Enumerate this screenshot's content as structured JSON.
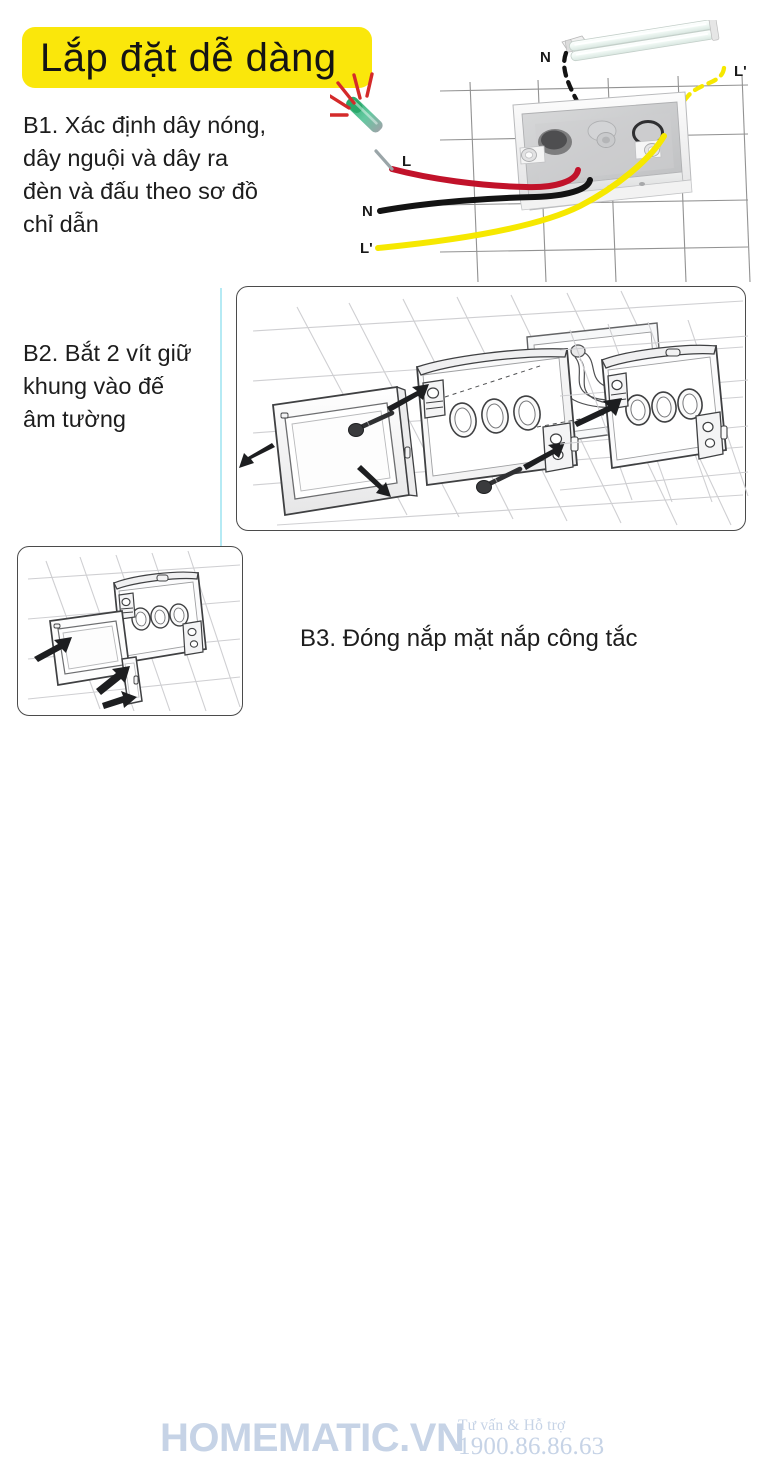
{
  "title": {
    "text": "Lắp đặt dễ dàng",
    "badge_color": "#fae70b"
  },
  "steps": [
    {
      "id": "b1",
      "label": "B1",
      "text": "B1. Xác định dây nóng,\ndây nguội và dây ra\nđèn và đấu theo sơ đồ\nchỉ dẫn"
    },
    {
      "id": "b2",
      "label": "B2",
      "text": "B2. Bắt 2 vít giữ\nkhung vào đế\nâm tường"
    },
    {
      "id": "b3",
      "label": "B3",
      "text": "B3. Đóng nắp mặt nắp công tắc"
    }
  ],
  "wiring_diagram": {
    "labels": {
      "live_left": "L",
      "neutral_left": "N",
      "lamp_left": "L'",
      "neutral_top": "N",
      "lamp_top": "L'"
    },
    "wire_colors": {
      "live": "#c1122a",
      "neutral": "#131313",
      "lamp": "#f6e800"
    },
    "tester_color": "#2aa86a",
    "spark_color": "#d42a2a",
    "box_color": "#e9e9ea",
    "tile_line_color": "#8b8b8b"
  },
  "panels": {
    "b2_caption": "Exploded switch frame assembly with screws",
    "b3_caption": "Switch cover plate closing"
  },
  "footer": {
    "brand": "HOMEMATIC.VN",
    "support_label": "Tư vấn & Hỗ trợ",
    "phone": "1900.86.86.63",
    "color": "#c6d3e6"
  }
}
